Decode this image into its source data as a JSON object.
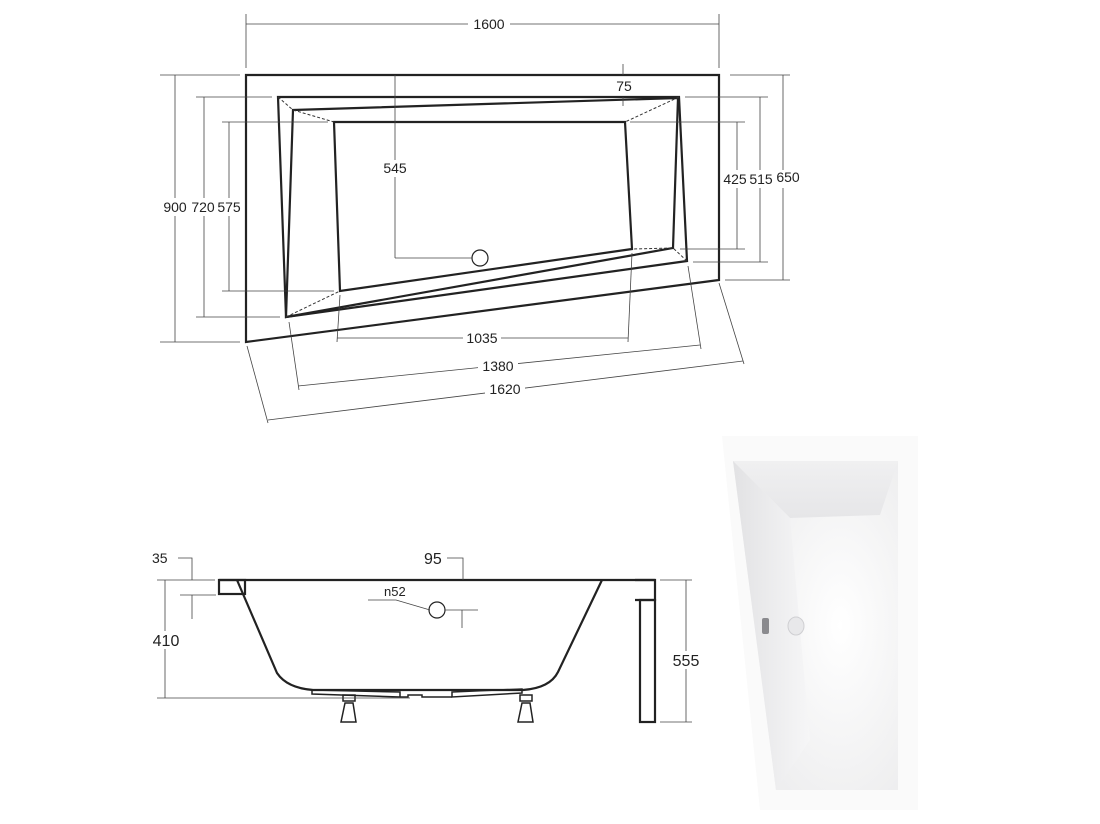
{
  "plan_view": {
    "dimensions": {
      "overall_length": "1600",
      "overall_width": "900",
      "inner_rim_width_left": "720",
      "basin_width_left": "575",
      "overall_width_right": "650",
      "inner_rim_width_right": "515",
      "basin_width_right": "425",
      "drain_position": "545",
      "rim_offset": "75",
      "basin_bottom_length": "1035",
      "inner_front_length": "1380",
      "front_length": "1620"
    }
  },
  "side_view": {
    "dimensions": {
      "rim_thickness": "35",
      "overflow_offset": "95",
      "overflow_diameter": "n52",
      "depth": "410",
      "total_height": "555"
    }
  },
  "colors": {
    "line": "#222222",
    "background": "#ffffff"
  }
}
